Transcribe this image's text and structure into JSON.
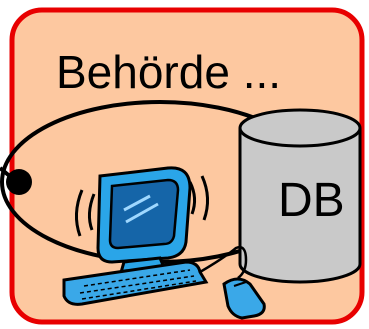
{
  "title": "Behörde ...",
  "db_label": "DB",
  "colors": {
    "box_fill": "#fdc8a0",
    "box_border": "#e80000",
    "db_fill": "#c9c9c9",
    "stroke": "#000000",
    "connector": "#000000",
    "monitor_body": "#2aa5e8",
    "monitor_screen": "#1565a8",
    "keyboard": "#3aa8e8",
    "mouse": "#3aa8e8"
  },
  "icons": [
    "computer-icon",
    "database-icon",
    "keyboard-icon",
    "mouse-icon",
    "connector-dot"
  ]
}
